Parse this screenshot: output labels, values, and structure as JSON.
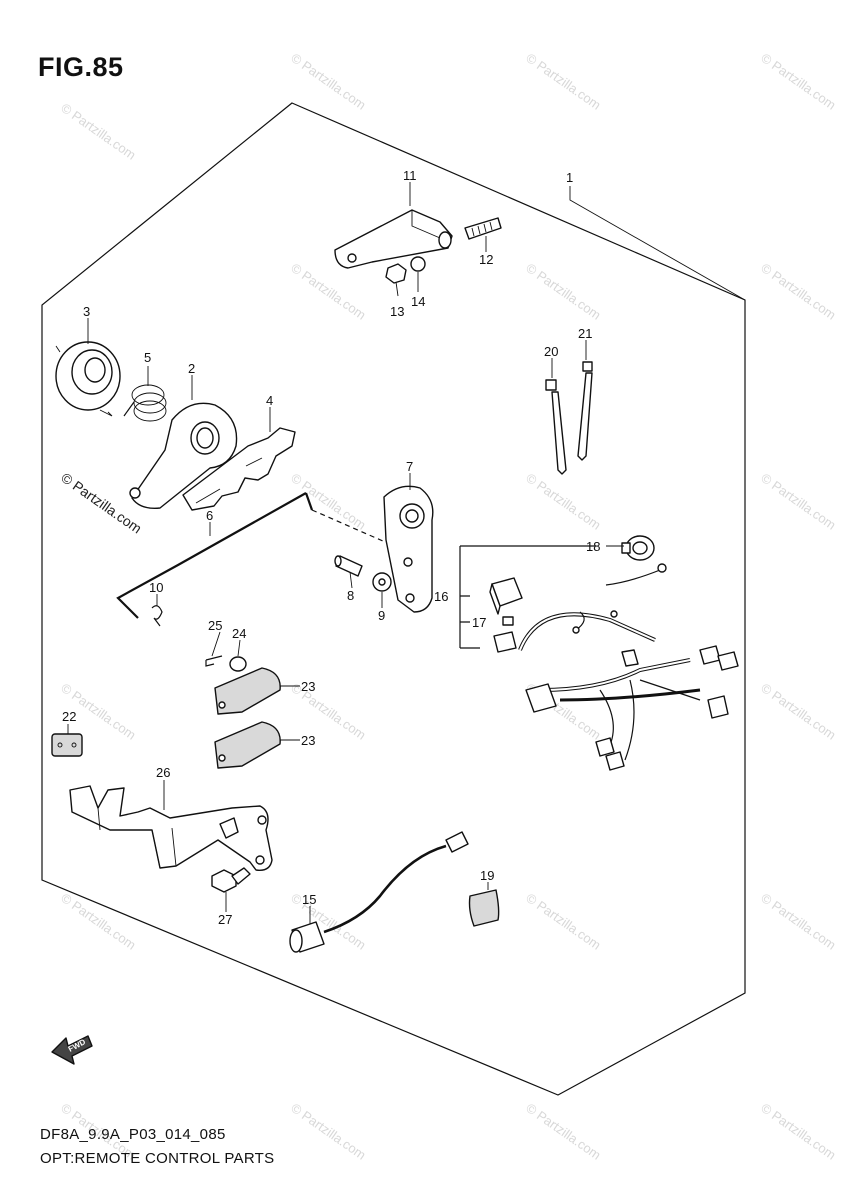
{
  "figure": {
    "title": "FIG.85"
  },
  "watermark": {
    "text": "© Partzilla.com"
  },
  "footer": {
    "code": "DF8A_9.9A_P03_014_085",
    "caption": "OPT:REMOTE CONTROL PARTS"
  },
  "fwd_label": "FWD",
  "callouts": {
    "c1": "1",
    "c2": "2",
    "c3": "3",
    "c4": "4",
    "c5": "5",
    "c6": "6",
    "c7": "7",
    "c8": "8",
    "c9": "9",
    "c10": "10",
    "c11": "11",
    "c12": "12",
    "c13": "13",
    "c14": "14",
    "c15": "15",
    "c16": "16",
    "c17": "17",
    "c18": "18",
    "c19": "19",
    "c20": "20",
    "c21": "21",
    "c22": "22",
    "c23a": "23",
    "c23b": "23",
    "c24": "24",
    "c25": "25",
    "c26": "26",
    "c27": "27"
  }
}
